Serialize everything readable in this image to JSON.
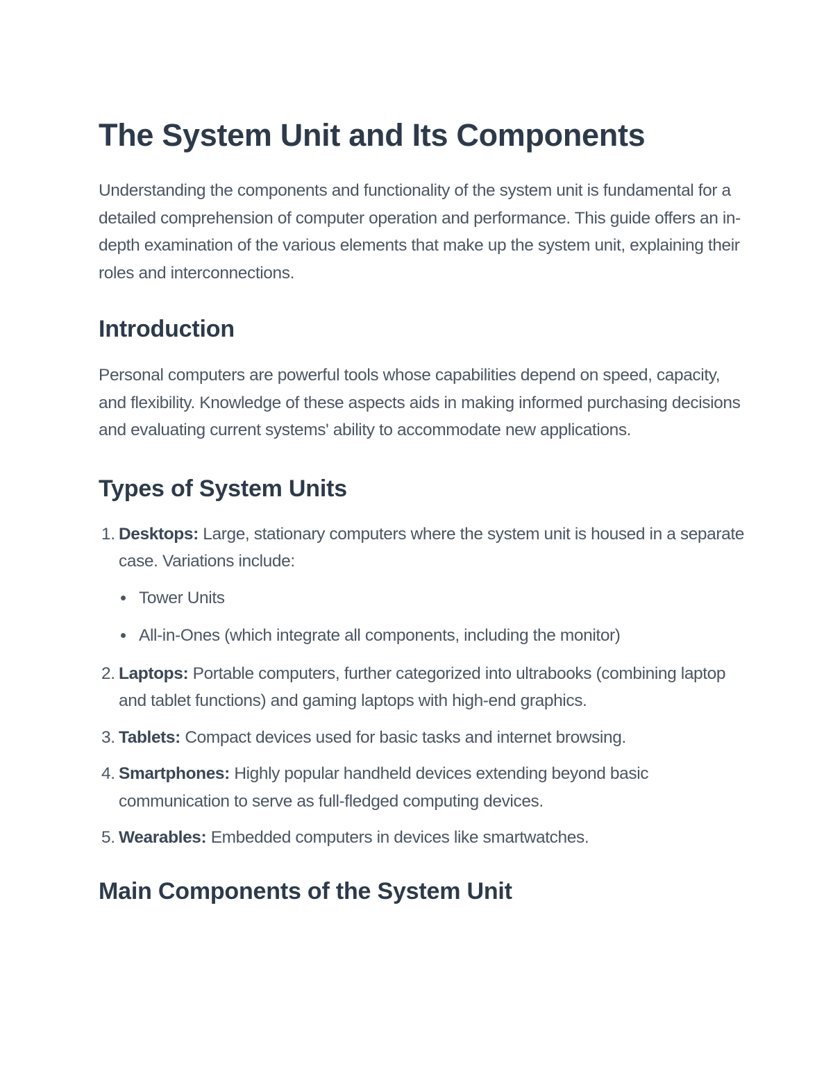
{
  "document": {
    "title": "The System Unit and Its Components",
    "intro": "Understanding the components and functionality of the system unit is fundamental for a detailed comprehension of computer operation and performance. This guide offers an in-depth examination of the various elements that make up the system unit, explaining their roles and interconnections.",
    "sections": {
      "introduction": {
        "heading": "Introduction",
        "body": "Personal computers are powerful tools whose capabilities depend on speed, capacity, and flexibility. Knowledge of these aspects aids in making informed purchasing decisions and evaluating current systems' ability to accommodate new applications."
      },
      "types": {
        "heading": "Types of System Units",
        "items": [
          {
            "number": "1.",
            "term": "Desktops:",
            "text": " Large, stationary computers where the system unit is housed in a separate case. Variations include:",
            "subitems": [
              "Tower Units",
              "All-in-Ones (which integrate all components, including the monitor)"
            ]
          },
          {
            "number": "2.",
            "term": "Laptops:",
            "text": " Portable computers, further categorized into ultrabooks (combining laptop and tablet functions) and gaming laptops with high-end graphics."
          },
          {
            "number": "3.",
            "term": "Tablets:",
            "text": " Compact devices used for basic tasks and internet browsing."
          },
          {
            "number": "4.",
            "term": "Smartphones:",
            "text": " Highly popular handheld devices extending beyond basic communication to serve as full-fledged computing devices."
          },
          {
            "number": "5.",
            "term": "Wearables:",
            "text": " Embedded computers in devices like smartwatches."
          }
        ]
      },
      "main_components": {
        "heading": "Main Components of the System Unit"
      }
    }
  },
  "colors": {
    "heading": "#2d3a4a",
    "body": "#4b5563",
    "background": "#ffffff"
  }
}
